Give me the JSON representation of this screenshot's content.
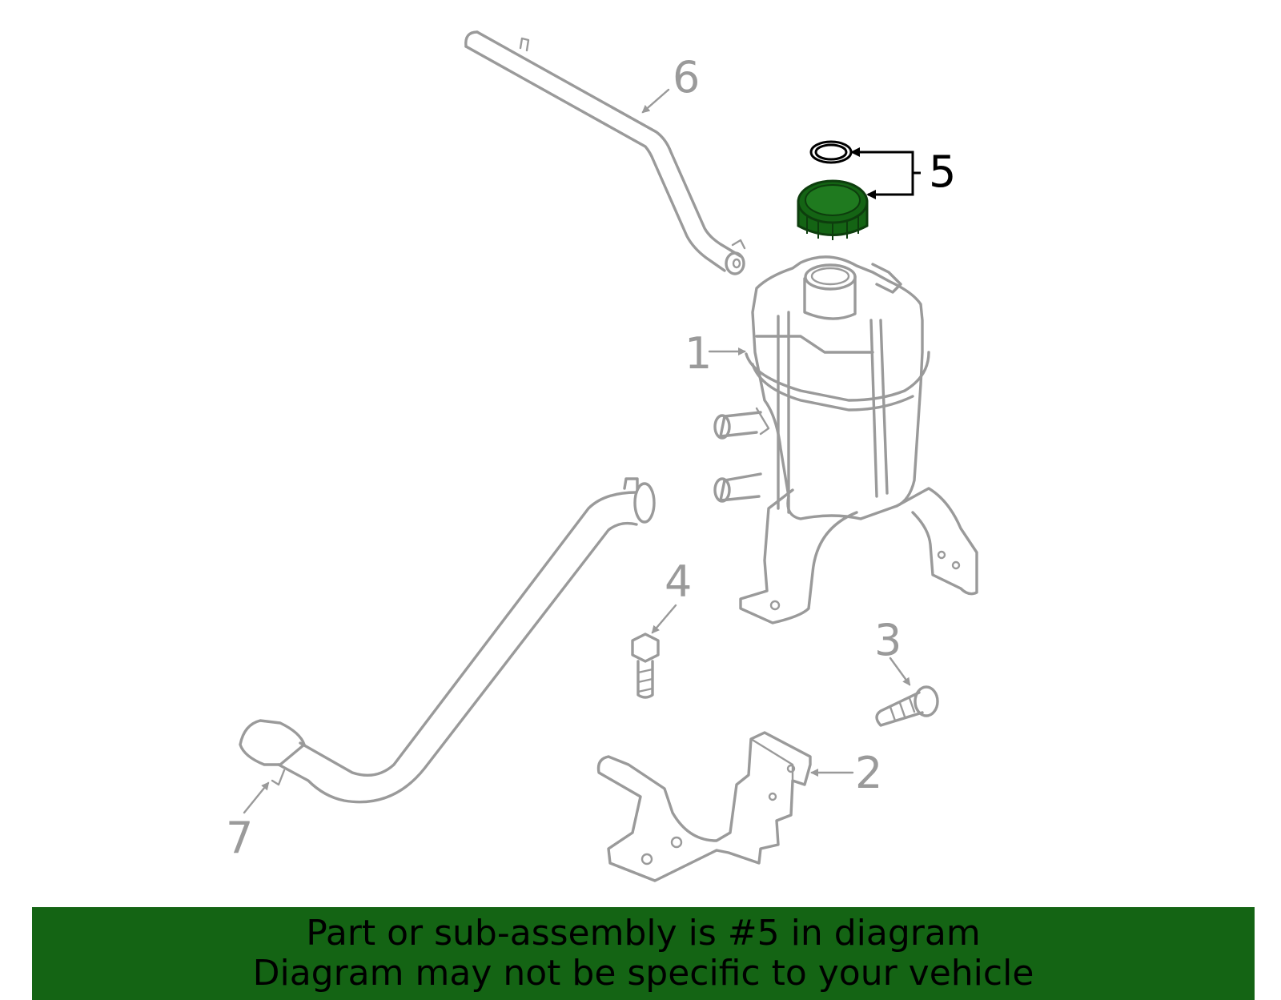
{
  "diagram": {
    "callouts": [
      {
        "id": "1",
        "label": "1",
        "highlighted": false
      },
      {
        "id": "2",
        "label": "2",
        "highlighted": false
      },
      {
        "id": "3",
        "label": "3",
        "highlighted": false
      },
      {
        "id": "4",
        "label": "4",
        "highlighted": false
      },
      {
        "id": "5",
        "label": "5",
        "highlighted": true
      },
      {
        "id": "6",
        "label": "6",
        "highlighted": false
      },
      {
        "id": "7",
        "label": "7",
        "highlighted": false
      }
    ],
    "colors": {
      "part_outline": "#9a9a9a",
      "highlight_fill": "#146414",
      "highlight_label": "#000000",
      "banner_background": "#146414"
    }
  },
  "banner": {
    "line1": "Part or sub-assembly is #5 in diagram",
    "line2": "Diagram may not be specific to your vehicle"
  }
}
